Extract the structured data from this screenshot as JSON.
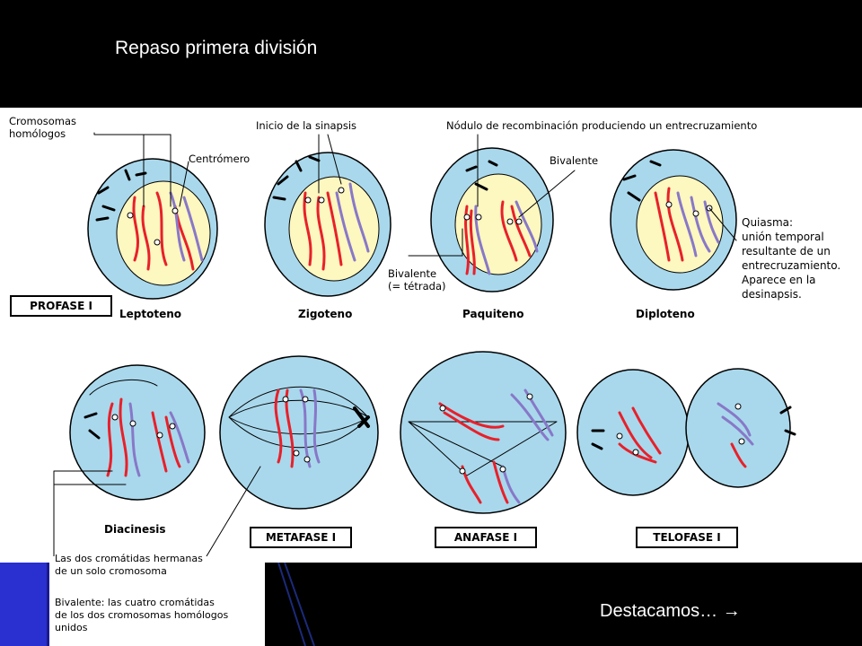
{
  "slide": {
    "title": "Repaso primera división",
    "footer_text": "Destacamos… ",
    "footer_arrow": "→"
  },
  "labels": {
    "cromosomas_homologos_1": "Cromosomas",
    "cromosomas_homologos_2": "homólogos",
    "centromero": "Centrómero",
    "inicio_sinapsis": "Inicio de la sinapsis",
    "nodulo": "Nódulo de recombinación produciendo un entrecruzamiento",
    "bivalente": "Bivalente",
    "bivalente_tetrada_1": "Bivalente",
    "bivalente_tetrada_2": "(= tétrada)",
    "quiasma": "Quiasma:\nunión temporal\nresultante de un\nentrecruzamiento.\nAparece en la\ndesinapsis.",
    "cromatidas_hermanas_1": "Las dos cromátidas hermanas",
    "cromatidas_hermanas_2": "de un solo cromosoma",
    "bivalente_cuatro_1": "Bivalente: las cuatro cromátidas",
    "bivalente_cuatro_2": "de los dos cromosomas homólogos",
    "bivalente_cuatro_3": "unidos"
  },
  "stages": {
    "profase": "PROFASE I",
    "leptoteno": "Leptoteno",
    "zigoteno": "Zigoteno",
    "paquiteno": "Paquiteno",
    "diploteno": "Diploteno",
    "diacinesis": "Diacinesis",
    "metafase": "METAFASE I",
    "anafase": "ANAFASE I",
    "telofase": "TELOFASE I"
  },
  "colors": {
    "background": "#000000",
    "cell_membrane": "#a9d8ec",
    "nucleus": "#fdf7c0",
    "chromosome_red": "#e8202a",
    "chromosome_purple": "#8878c8",
    "accent_blue": "#2a2fcf"
  }
}
